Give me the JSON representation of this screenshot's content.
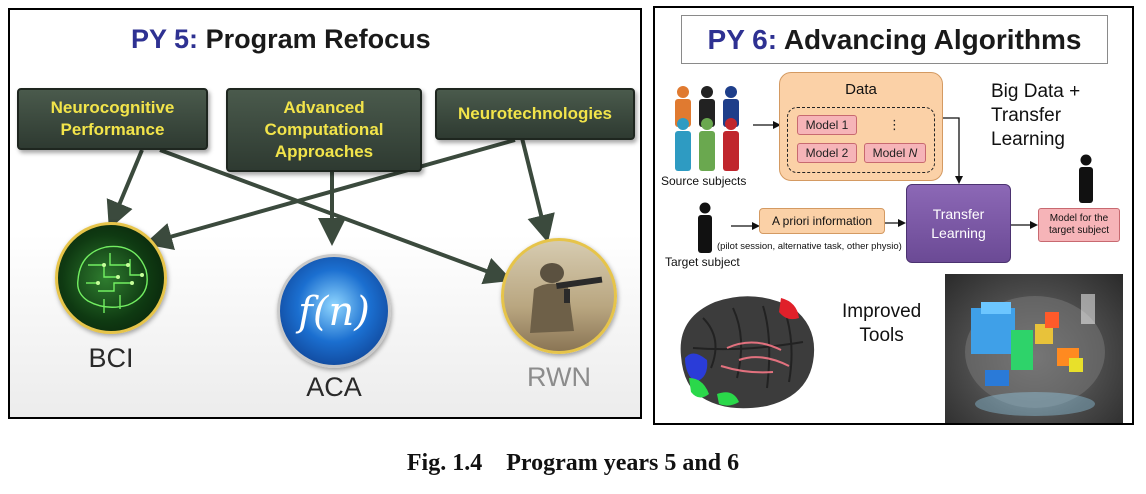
{
  "left_panel": {
    "title_num": "PY 5:",
    "title_text": "Program Refocus",
    "boxes": {
      "neurocognitive": [
        "Neurocognitive",
        "Performance"
      ],
      "computational": [
        "Advanced",
        "Computational",
        "Approaches"
      ],
      "neurotech": "Neurotechnologies"
    },
    "circles": {
      "bci": "BCI",
      "aca": "ACA",
      "aca_symbol": "f(n)",
      "rwn": "RWN"
    }
  },
  "right_panel": {
    "title_num": "PY 6:",
    "title_text": "Advancing Algorithms",
    "data_label": "Data",
    "models": {
      "m1": "Model 1",
      "m2": "Model 2",
      "mn_prefix": "Model ",
      "mn_suffix": "N",
      "ellipsis": "⋮"
    },
    "source_subjects": "Source subjects",
    "target_subject": "Target subject",
    "big_data": [
      "Big Data +",
      "Transfer",
      "Learning"
    ],
    "apriori": "A priori information",
    "apriori_note": "(pilot session, alternative task, other physio)",
    "transfer": [
      "Transfer",
      "Learning"
    ],
    "model_target": [
      "Model for the",
      "target subject"
    ],
    "improved_tools": [
      "Improved",
      "Tools"
    ]
  },
  "caption": "Fig. 1.4    Program years 5 and 6",
  "colors": {
    "title_blue": "#2e3192",
    "green_box": "#3a473b",
    "yellow_text": "#f2e44a",
    "peach": "#fbd1a7",
    "purple": "#7b57a6",
    "pink": "#f6b4b8"
  }
}
